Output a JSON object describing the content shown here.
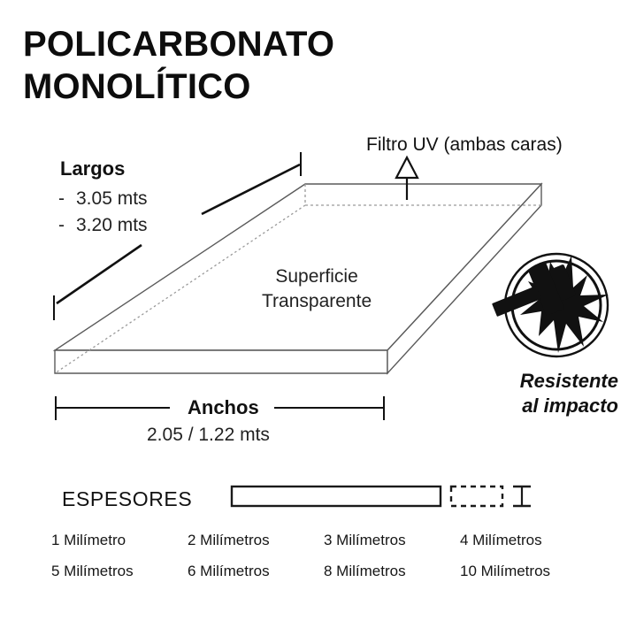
{
  "title": {
    "line1": "POLICARBONATO",
    "line2": "MONOLÍTICO"
  },
  "largos": {
    "heading": "Largos",
    "items": [
      {
        "dash": "-",
        "value": "3.05 mts"
      },
      {
        "dash": "-",
        "value": "3.20 mts"
      }
    ]
  },
  "uv": {
    "label": "Filtro UV (ambas caras)"
  },
  "surface": {
    "line1": "Superficie",
    "line2": "Transparente"
  },
  "anchos": {
    "label": "Anchos",
    "value": "2.05 / 1.22 mts"
  },
  "badge": {
    "caption_line1": "Resistente",
    "caption_line2": "al impacto",
    "icon": "hammer-impact-icon"
  },
  "espesores": {
    "heading": "ESPESORES",
    "values": [
      "1 Milímetro",
      "2 Milímetros",
      "3 Milímetros",
      "4 Milímetros",
      "5 Milímetros",
      "6 Milímetros",
      "8 Milímetros",
      "10 Milímetros"
    ]
  },
  "colors": {
    "ink": "#111111",
    "sheet_edge": "#555555",
    "hidden_edge": "#8a8a8a",
    "background": "#ffffff"
  }
}
